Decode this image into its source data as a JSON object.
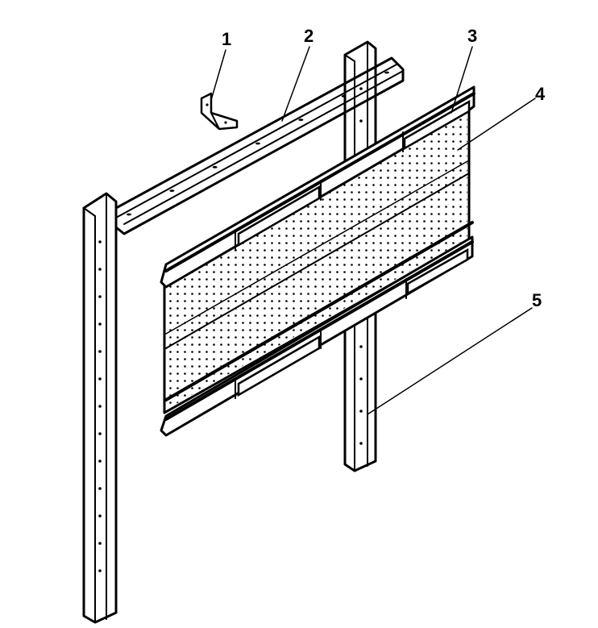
{
  "diagram": {
    "type": "exploded-parts-view",
    "callouts": [
      {
        "id": "c1",
        "label": "1"
      },
      {
        "id": "c2",
        "label": "2"
      },
      {
        "id": "c3",
        "label": "3"
      },
      {
        "id": "c4",
        "label": "4"
      },
      {
        "id": "c5",
        "label": "5"
      }
    ],
    "colors": {
      "ink": "#000000",
      "background": "#ffffff"
    }
  }
}
